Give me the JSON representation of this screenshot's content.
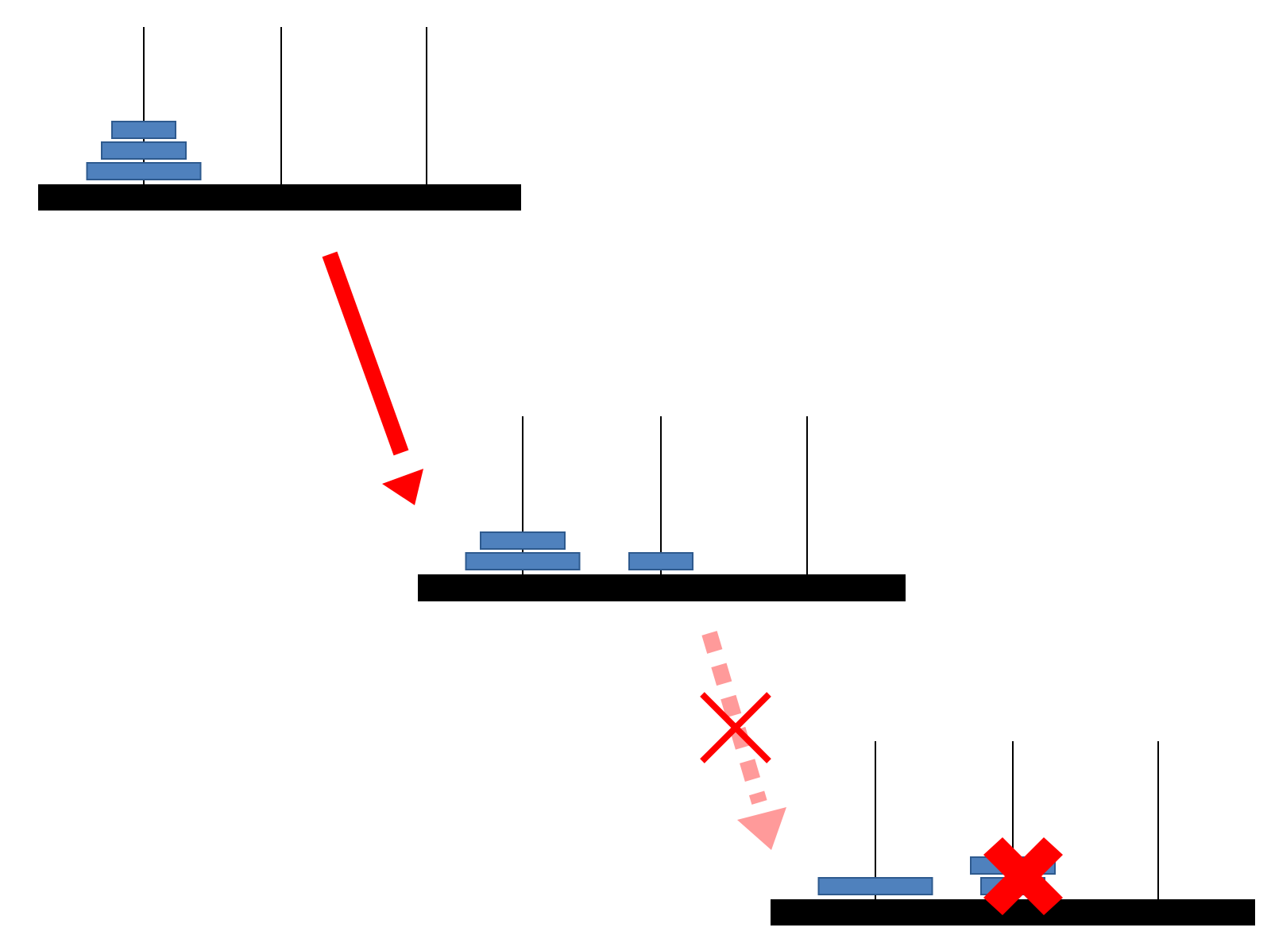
{
  "colors": {
    "background": "#ffffff",
    "base": "#000000",
    "peg": "#000000",
    "disk_fill": "#4f81bd",
    "disk_stroke": "#2e5a8e",
    "valid_arrow": "#ff0000",
    "invalid_arrow": "#ff9a9a",
    "cross": "#ff0000"
  },
  "states": [
    {
      "id": "initial",
      "pegs": [
        [
          3,
          2,
          1
        ],
        [],
        []
      ]
    },
    {
      "id": "after-valid-move",
      "pegs": [
        [
          3,
          2
        ],
        [
          1
        ],
        []
      ]
    },
    {
      "id": "after-invalid-move",
      "pegs": [
        [
          3
        ],
        [
          1,
          2
        ],
        []
      ]
    }
  ],
  "moves": [
    {
      "from_state": "initial",
      "to_state": "after-valid-move",
      "style": "solid",
      "valid": true,
      "icon": "arrow-down-right-icon"
    },
    {
      "from_state": "after-valid-move",
      "to_state": "after-invalid-move",
      "style": "dashed",
      "valid": false,
      "icon": "dashed-arrow-icon",
      "cross_icon": "cross-icon"
    }
  ],
  "marks": [
    {
      "state": "after-invalid-move",
      "icon": "bold-x-icon",
      "meaning": "invalid"
    }
  ]
}
